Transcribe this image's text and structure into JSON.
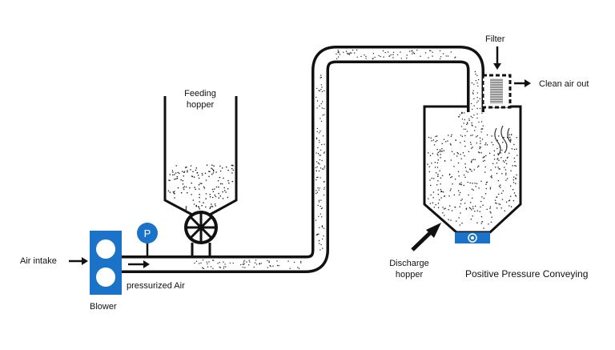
{
  "labels": {
    "feeding_hopper_line1": "Feeding",
    "feeding_hopper_line2": "hopper",
    "filter": "Filter",
    "clean_air_out": "Clean air out",
    "air_intake": "Air intake",
    "pressurized_air": "pressurized Air",
    "blower": "Blower",
    "discharge_hopper_line1": "Discharge",
    "discharge_hopper_line2": "hopper",
    "title": "Positive Pressure Conveying",
    "pressure_gauge": "P"
  },
  "colors": {
    "blower_blue": "#1a73c9",
    "gauge_blue": "#1a73c9",
    "line": "#111111",
    "background": "#ffffff"
  },
  "icons": {
    "rotary_valve": "rotary-valve-icon",
    "pressure_gauge": "pressure-gauge-icon",
    "filter": "filter-icon",
    "discharge_valve": "discharge-valve-icon"
  }
}
